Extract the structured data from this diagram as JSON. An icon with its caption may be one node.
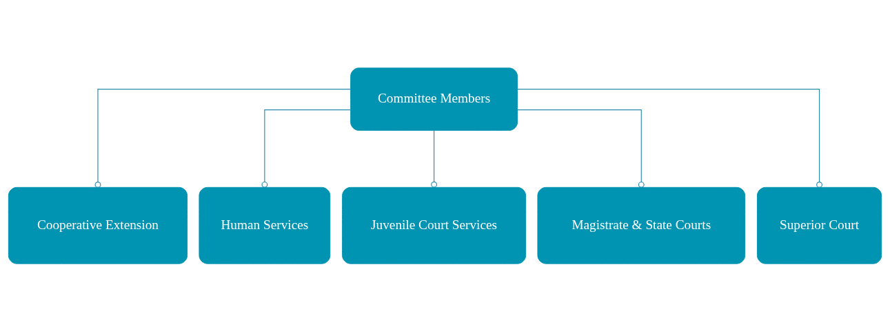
{
  "diagram": {
    "nodes": [
      {
        "text": [
          "Committee Members"
        ]
      },
      {
        "text": [
          "Cooperative Extension"
        ]
      },
      {
        "text": [
          "Human Services"
        ]
      },
      {
        "text": [
          "Juvenile Court Services"
        ]
      },
      {
        "text": [
          "Magistrate & State Courts"
        ]
      },
      {
        "text": [
          "Superior Court"
        ]
      }
    ],
    "edges": [
      {
        "from": 0,
        "to": 1,
        "arrow": "other"
      },
      {
        "from": 0,
        "to": 2,
        "arrow": "other"
      },
      {
        "from": 0,
        "to": 3,
        "arrow": "other"
      },
      {
        "from": 0,
        "to": 4,
        "arrow": "other"
      },
      {
        "from": 0,
        "to": 5,
        "arrow": "other"
      }
    ]
  }
}
